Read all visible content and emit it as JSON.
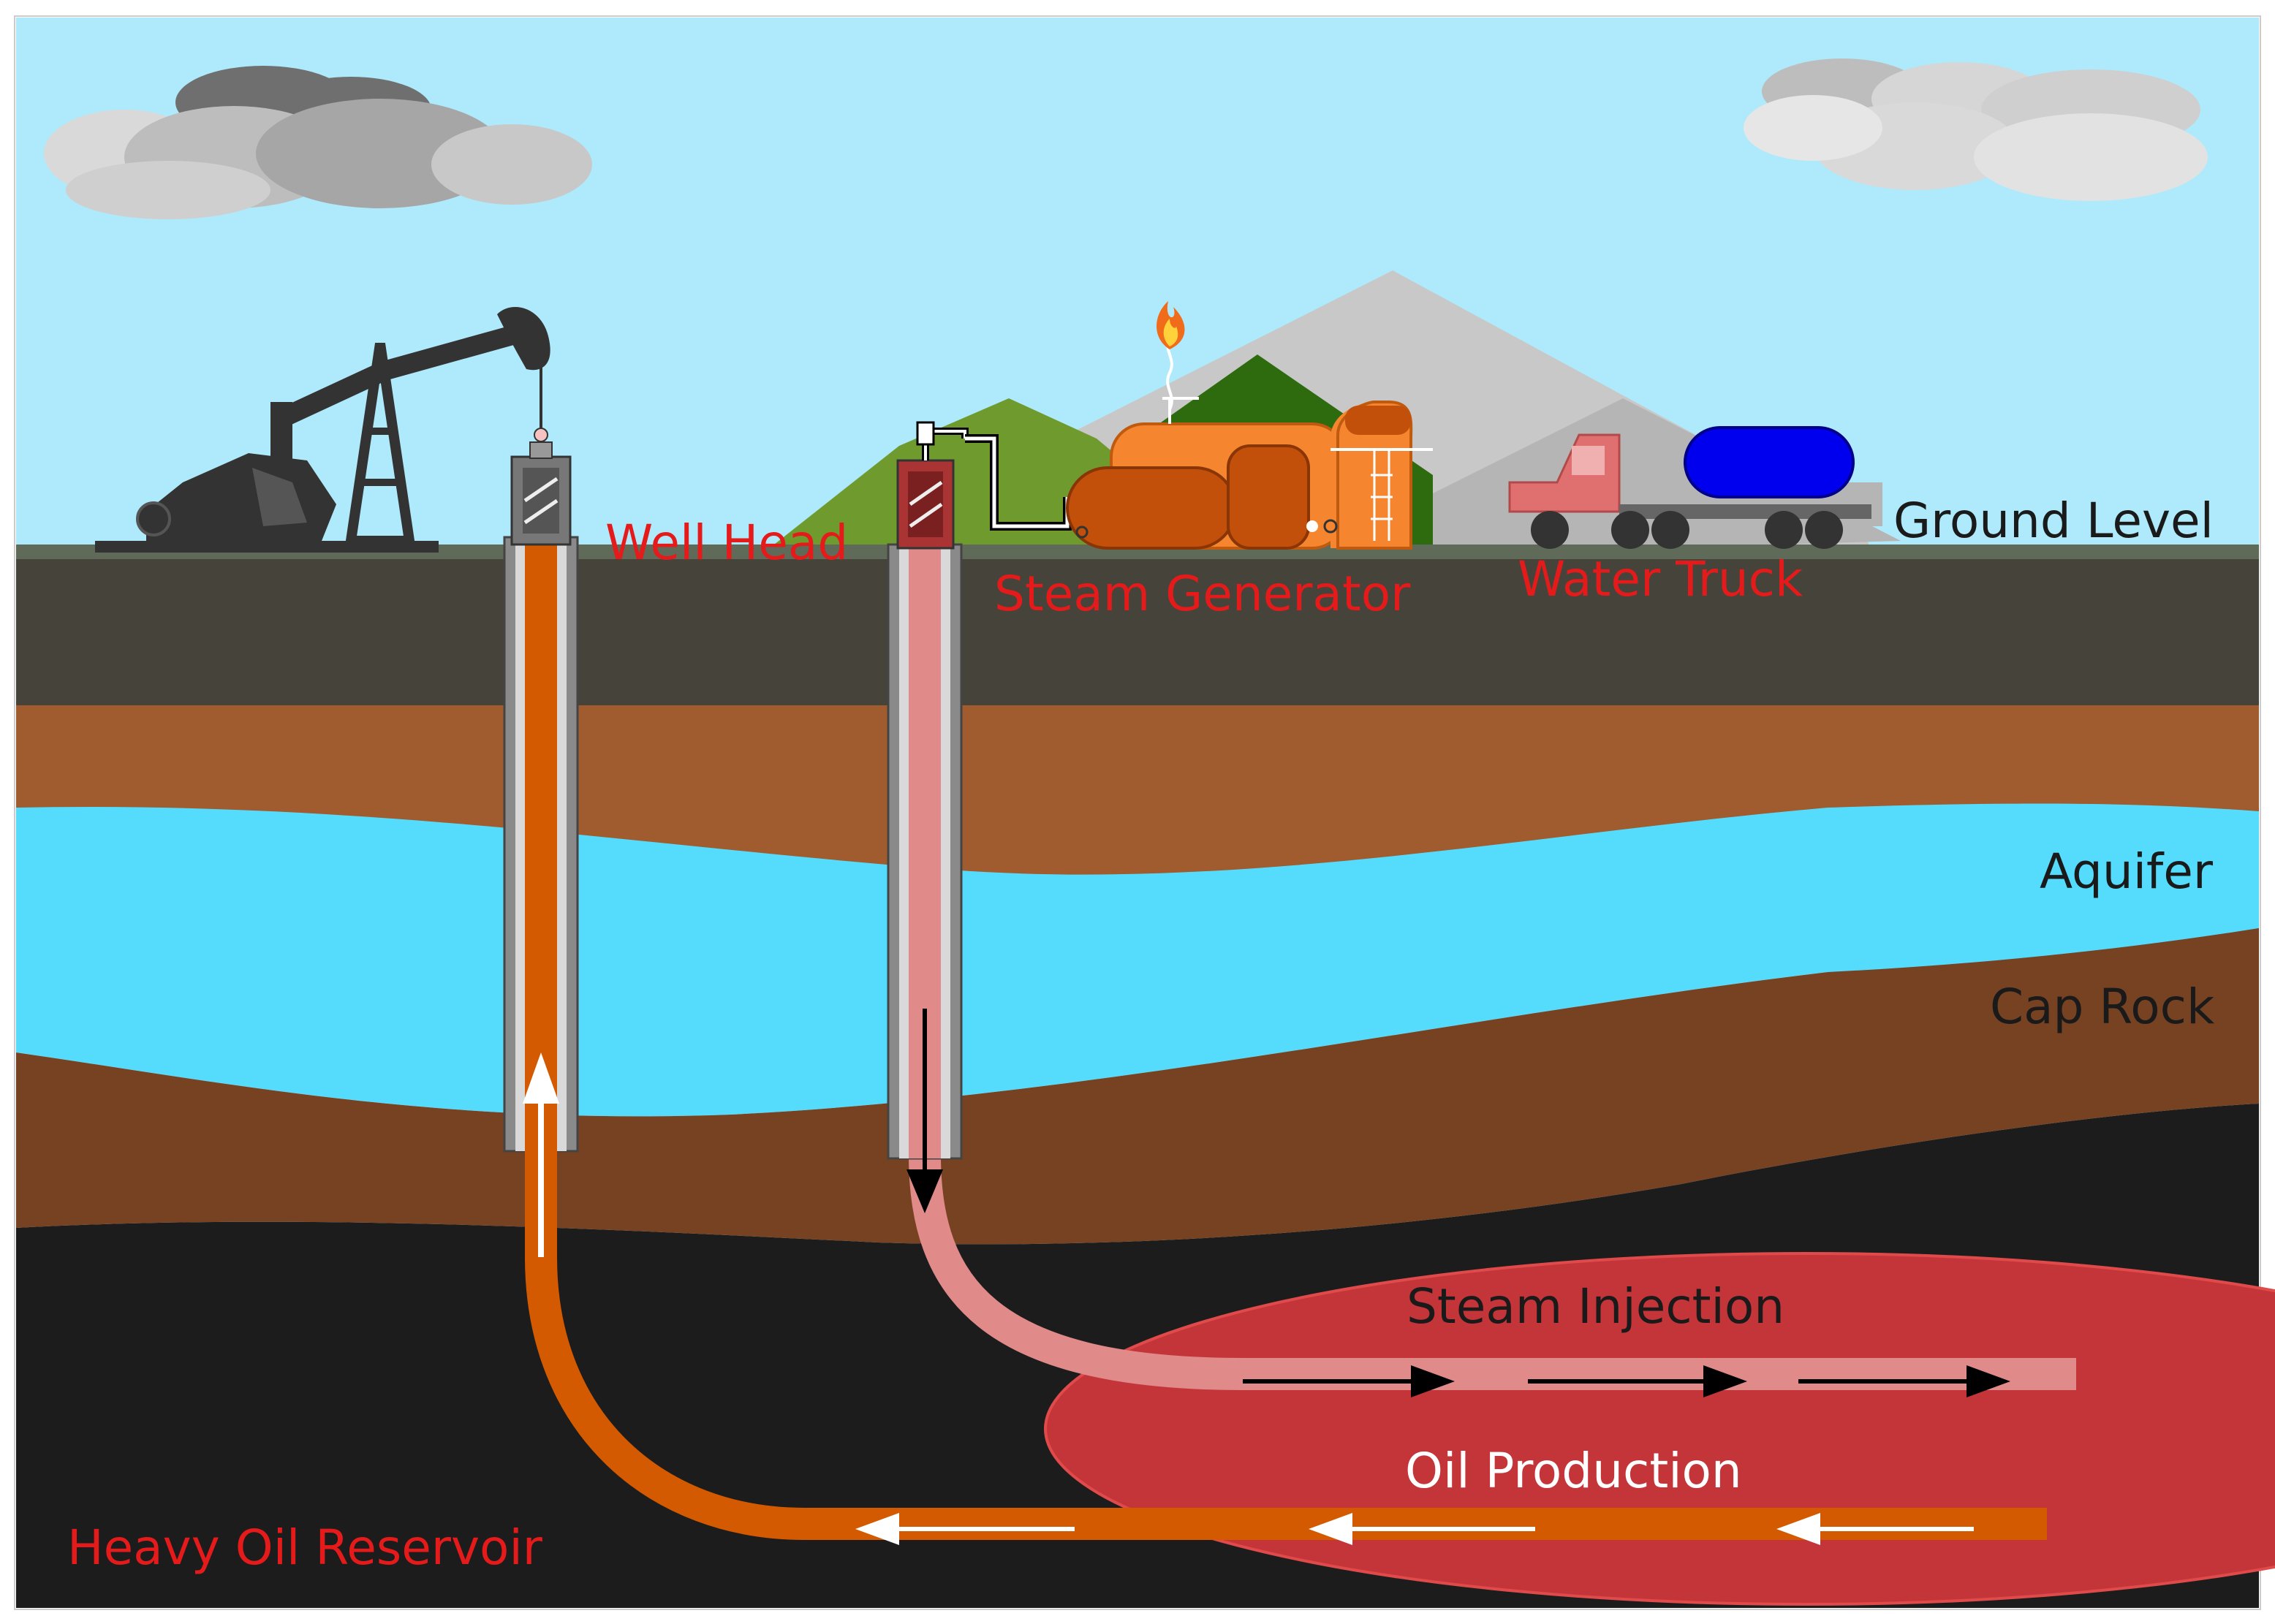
{
  "labels": {
    "well_head": "Well Head",
    "steam_generator": "Steam Generator",
    "water_truck": "Water Truck",
    "ground_level": "Ground Level",
    "aquifer": "Aquifer",
    "cap_rock": "Cap Rock",
    "steam_injection": "Steam Injection",
    "oil_production": "Oil Production",
    "heavy_oil_reservoir": "Heavy Oil Reservoir"
  },
  "colors": {
    "sky": "#aeeafb",
    "ground_surface": "#5f6b58",
    "topsoil": "#46443a",
    "sediment": "#a05b2e",
    "aquifer": "#55dcfc",
    "cap_rock": "#774222",
    "reservoir": "#1c1c1c",
    "steam_zone": "#c4353a",
    "steam_pipe": "#e08a8a",
    "oil_pipe": "#d35a00",
    "label_red": "#e51a1a",
    "label_dark": "#1a1a1a",
    "generator": "#f5852e",
    "truck_cab": "#e07070",
    "truck_tank": "#0000ee"
  }
}
